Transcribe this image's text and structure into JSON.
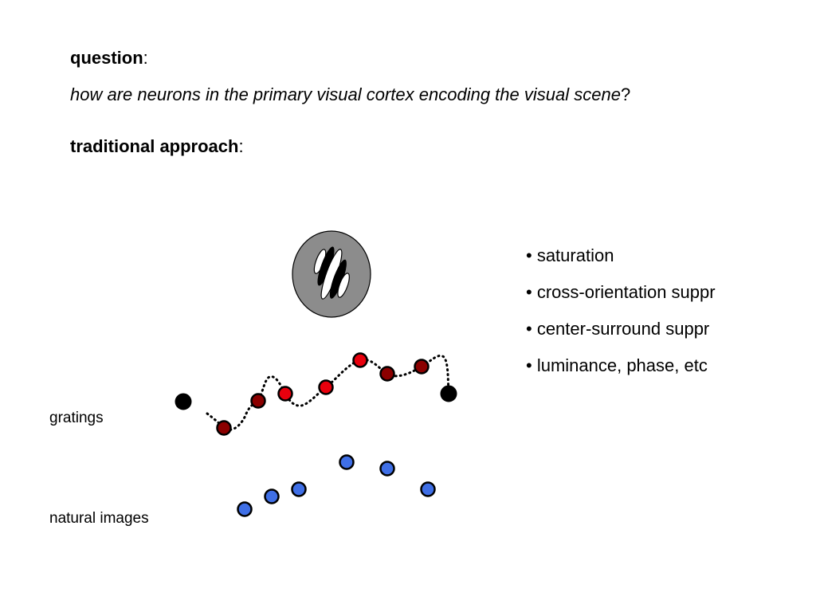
{
  "heading": {
    "question_label": "question",
    "question_colon": ":",
    "question_text": "how are neurons in the primary visual cortex encoding the visual scene",
    "question_mark": "?",
    "approach_label": "traditional approach",
    "approach_colon": ":"
  },
  "bullets": [
    "• saturation",
    "• cross-orientation suppr",
    "• center-surround suppr",
    "• luminance, phase, etc"
  ],
  "rows": {
    "gratings": "gratings",
    "natural": "natural images"
  },
  "colors": {
    "red": "#e8000d",
    "dark_red": "#8b0000",
    "black": "#000000",
    "blue": "#3f6fe6",
    "gray_disk": "#8c8c8c"
  },
  "icons": {
    "stimulus": "grating-stimulus-icon"
  }
}
